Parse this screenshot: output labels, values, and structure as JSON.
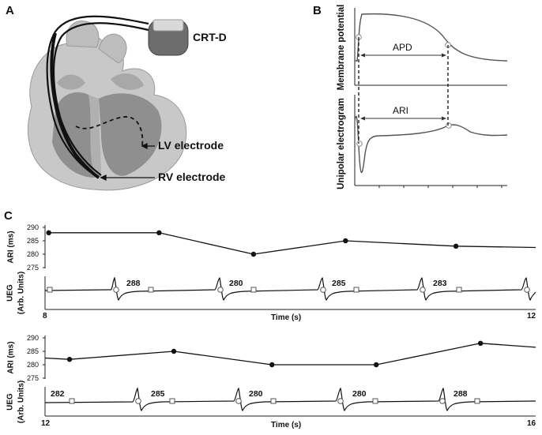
{
  "panel_a": {
    "letter": "A",
    "device_label": "CRT-D",
    "lv_label": "LV electrode",
    "rv_label": "RV electrode"
  },
  "panel_b": {
    "letter": "B",
    "top_ylabel": "Membrane potential",
    "bottom_ylabel": "Unipolar electrogram",
    "apd_label": "APD",
    "ari_label": "ARI"
  },
  "panel_c": {
    "letter": "C",
    "top": {
      "ari_axis_label": "ARI (ms)",
      "ueg_axis_label_1": "UEG",
      "ueg_axis_label_2": "(Arb. Units)",
      "yticks": [
        "290",
        "285",
        "280",
        "275"
      ],
      "x_start": "8",
      "x_end": "12",
      "xlabel": "Time (s)",
      "beat_labels": [
        "288",
        "280",
        "285",
        "283"
      ]
    },
    "bottom": {
      "ari_axis_label": "ARI (ms)",
      "ueg_axis_label_1": "UEG",
      "ueg_axis_label_2": "(Arb. Units)",
      "yticks": [
        "290",
        "285",
        "280",
        "275"
      ],
      "x_start": "12",
      "x_end": "16",
      "xlabel": "Time (s)",
      "beat_labels": [
        "282",
        "285",
        "280",
        "280",
        "288"
      ]
    }
  },
  "chart_data": [
    {
      "type": "line",
      "xlabel": "Time (s)",
      "ylabel": "ARI (ms)",
      "xlim": [
        8,
        12
      ],
      "ylim": [
        275,
        290
      ],
      "x": [
        8.03,
        8.93,
        9.7,
        10.45,
        11.35,
        12.0
      ],
      "y": [
        288,
        288,
        280,
        285,
        283,
        282.5
      ]
    },
    {
      "type": "line",
      "xlabel": "Time (s)",
      "ylabel": "ARI (ms)",
      "xlim": [
        12,
        16
      ],
      "ylim": [
        275,
        290
      ],
      "x": [
        12.0,
        12.2,
        13.05,
        13.85,
        14.7,
        15.55,
        16.0
      ],
      "y": [
        282.5,
        282,
        285,
        280,
        280,
        288,
        286.5
      ]
    }
  ]
}
